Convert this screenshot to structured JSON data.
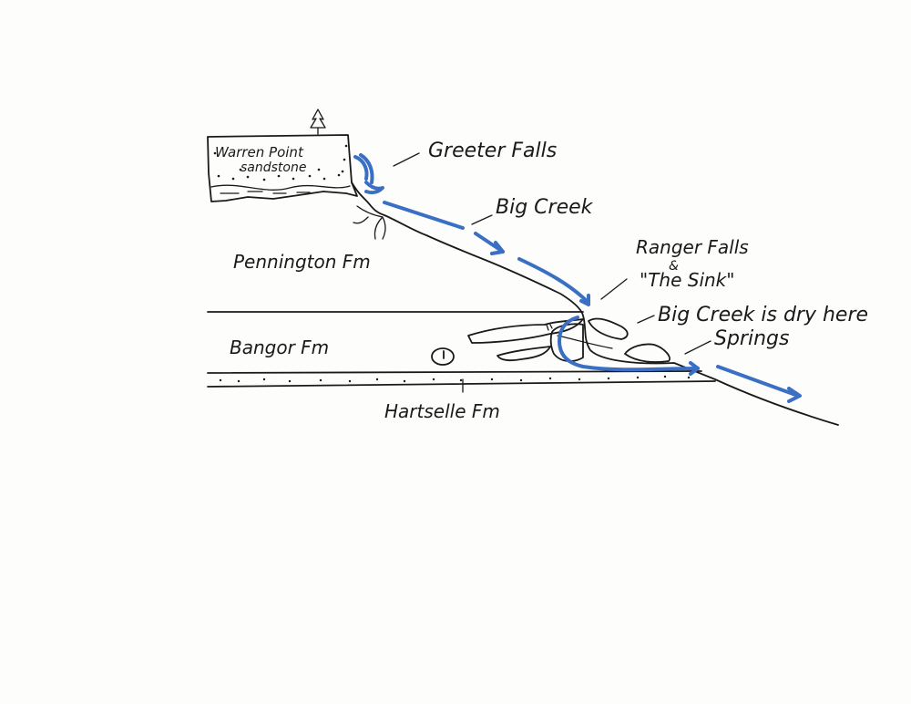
{
  "labels": {
    "warren_point_line1": "Warren Point",
    "warren_point_line2": "sandstone",
    "greeter_falls": "Greeter Falls",
    "big_creek": "Big Creek",
    "pennington": "Pennington Fm",
    "ranger_falls": "Ranger Falls",
    "ampersand": "&",
    "the_sink": "\"The Sink\"",
    "dry_note": "Big Creek is dry here",
    "springs": "Springs",
    "bangor": "Bangor Fm",
    "hartselle": "Hartselle Fm"
  },
  "icons": {
    "tree": "tree-icon",
    "fossil": "fossil-icon"
  },
  "colors": {
    "water": "#3a6fc4",
    "ink": "#1a1a1a"
  }
}
